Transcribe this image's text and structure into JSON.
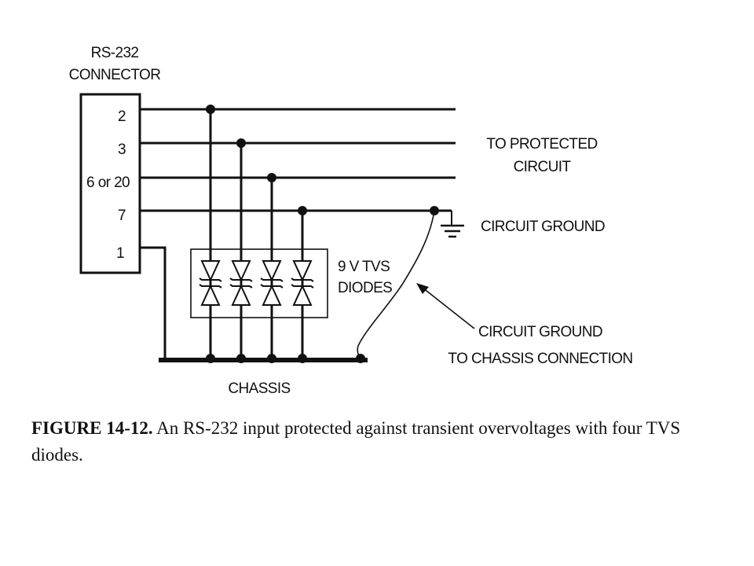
{
  "connector": {
    "title_line1": "RS-232",
    "title_line2": "CONNECTOR"
  },
  "pins": [
    {
      "label": "2"
    },
    {
      "label": "3"
    },
    {
      "label": "6 or 20"
    },
    {
      "label": "7"
    },
    {
      "label": "1"
    }
  ],
  "labels": {
    "protected_line1": "TO PROTECTED",
    "protected_line2": "CIRCUIT",
    "circuit_ground": "CIRCUIT GROUND",
    "tvs_line1": "9 V TVS",
    "tvs_line2": "DIODES",
    "connection_line1": "CIRCUIT GROUND",
    "connection_line2": "TO CHASSIS CONNECTION",
    "chassis": "CHASSIS"
  },
  "caption": {
    "figure": "FIGURE 14-12.",
    "text": " An RS-232 input protected against transient overvoltages with four TVS diodes."
  }
}
